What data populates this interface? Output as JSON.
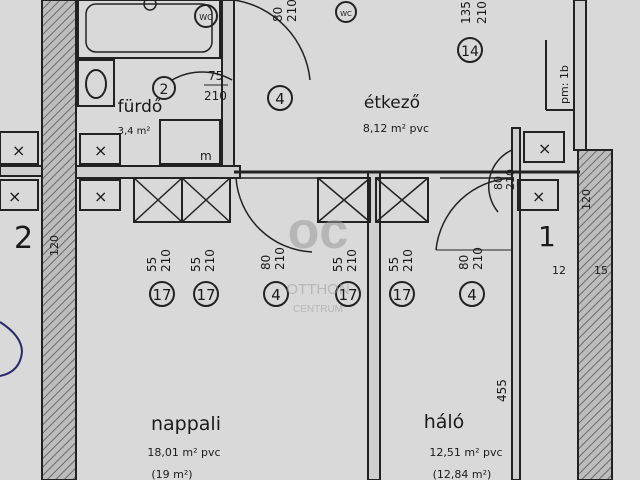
{
  "rooms": {
    "bathroom": {
      "name": "fürdő",
      "area": "3,4 m²"
    },
    "dining": {
      "name": "étkező",
      "area": "8,12 m² pvc"
    },
    "living": {
      "name": "nappali",
      "area": "18,01 m² pvc",
      "area_alt": "(19 m²)"
    },
    "bedroom": {
      "name": "háló",
      "area": "12,51 m² pvc",
      "area_alt": "(12,84 m²)"
    }
  },
  "door_dims": {
    "bath_door": {
      "w": "75",
      "h": "210"
    },
    "top_door": {
      "w": "80",
      "h": "210"
    },
    "top_right_door": {
      "w": "135",
      "h": "210"
    },
    "hall_door": {
      "w": "80",
      "h": "210"
    },
    "bed_door": {
      "w": "80",
      "h": "210"
    },
    "right_door": {
      "w": "80",
      "h": "210"
    },
    "wardrobe_a": {
      "w": "55",
      "h": "210"
    },
    "wardrobe_b": {
      "w": "55",
      "h": "210"
    },
    "wardrobe_c": {
      "w": "55",
      "h": "210"
    },
    "wardrobe_d": {
      "w": "55",
      "h": "210"
    }
  },
  "door_codes": {
    "c17a": "17",
    "c17b": "17",
    "c4a": "4",
    "c17c": "17",
    "c17d": "17",
    "c4b": "4",
    "c4top": "4",
    "c14": "14",
    "c2bath": "2"
  },
  "labels": {
    "wc": "WC",
    "m_label": "m",
    "flat_left": "2",
    "flat_right": "1",
    "room_height": "455",
    "pm_label": "pm: 1b",
    "dim_120": "120",
    "dim_12": "12",
    "dim_15": "15",
    "w_bath": "3,4"
  },
  "watermark": {
    "logo": "oc",
    "line1": "OTTHON",
    "line2": "CENTRUM"
  }
}
